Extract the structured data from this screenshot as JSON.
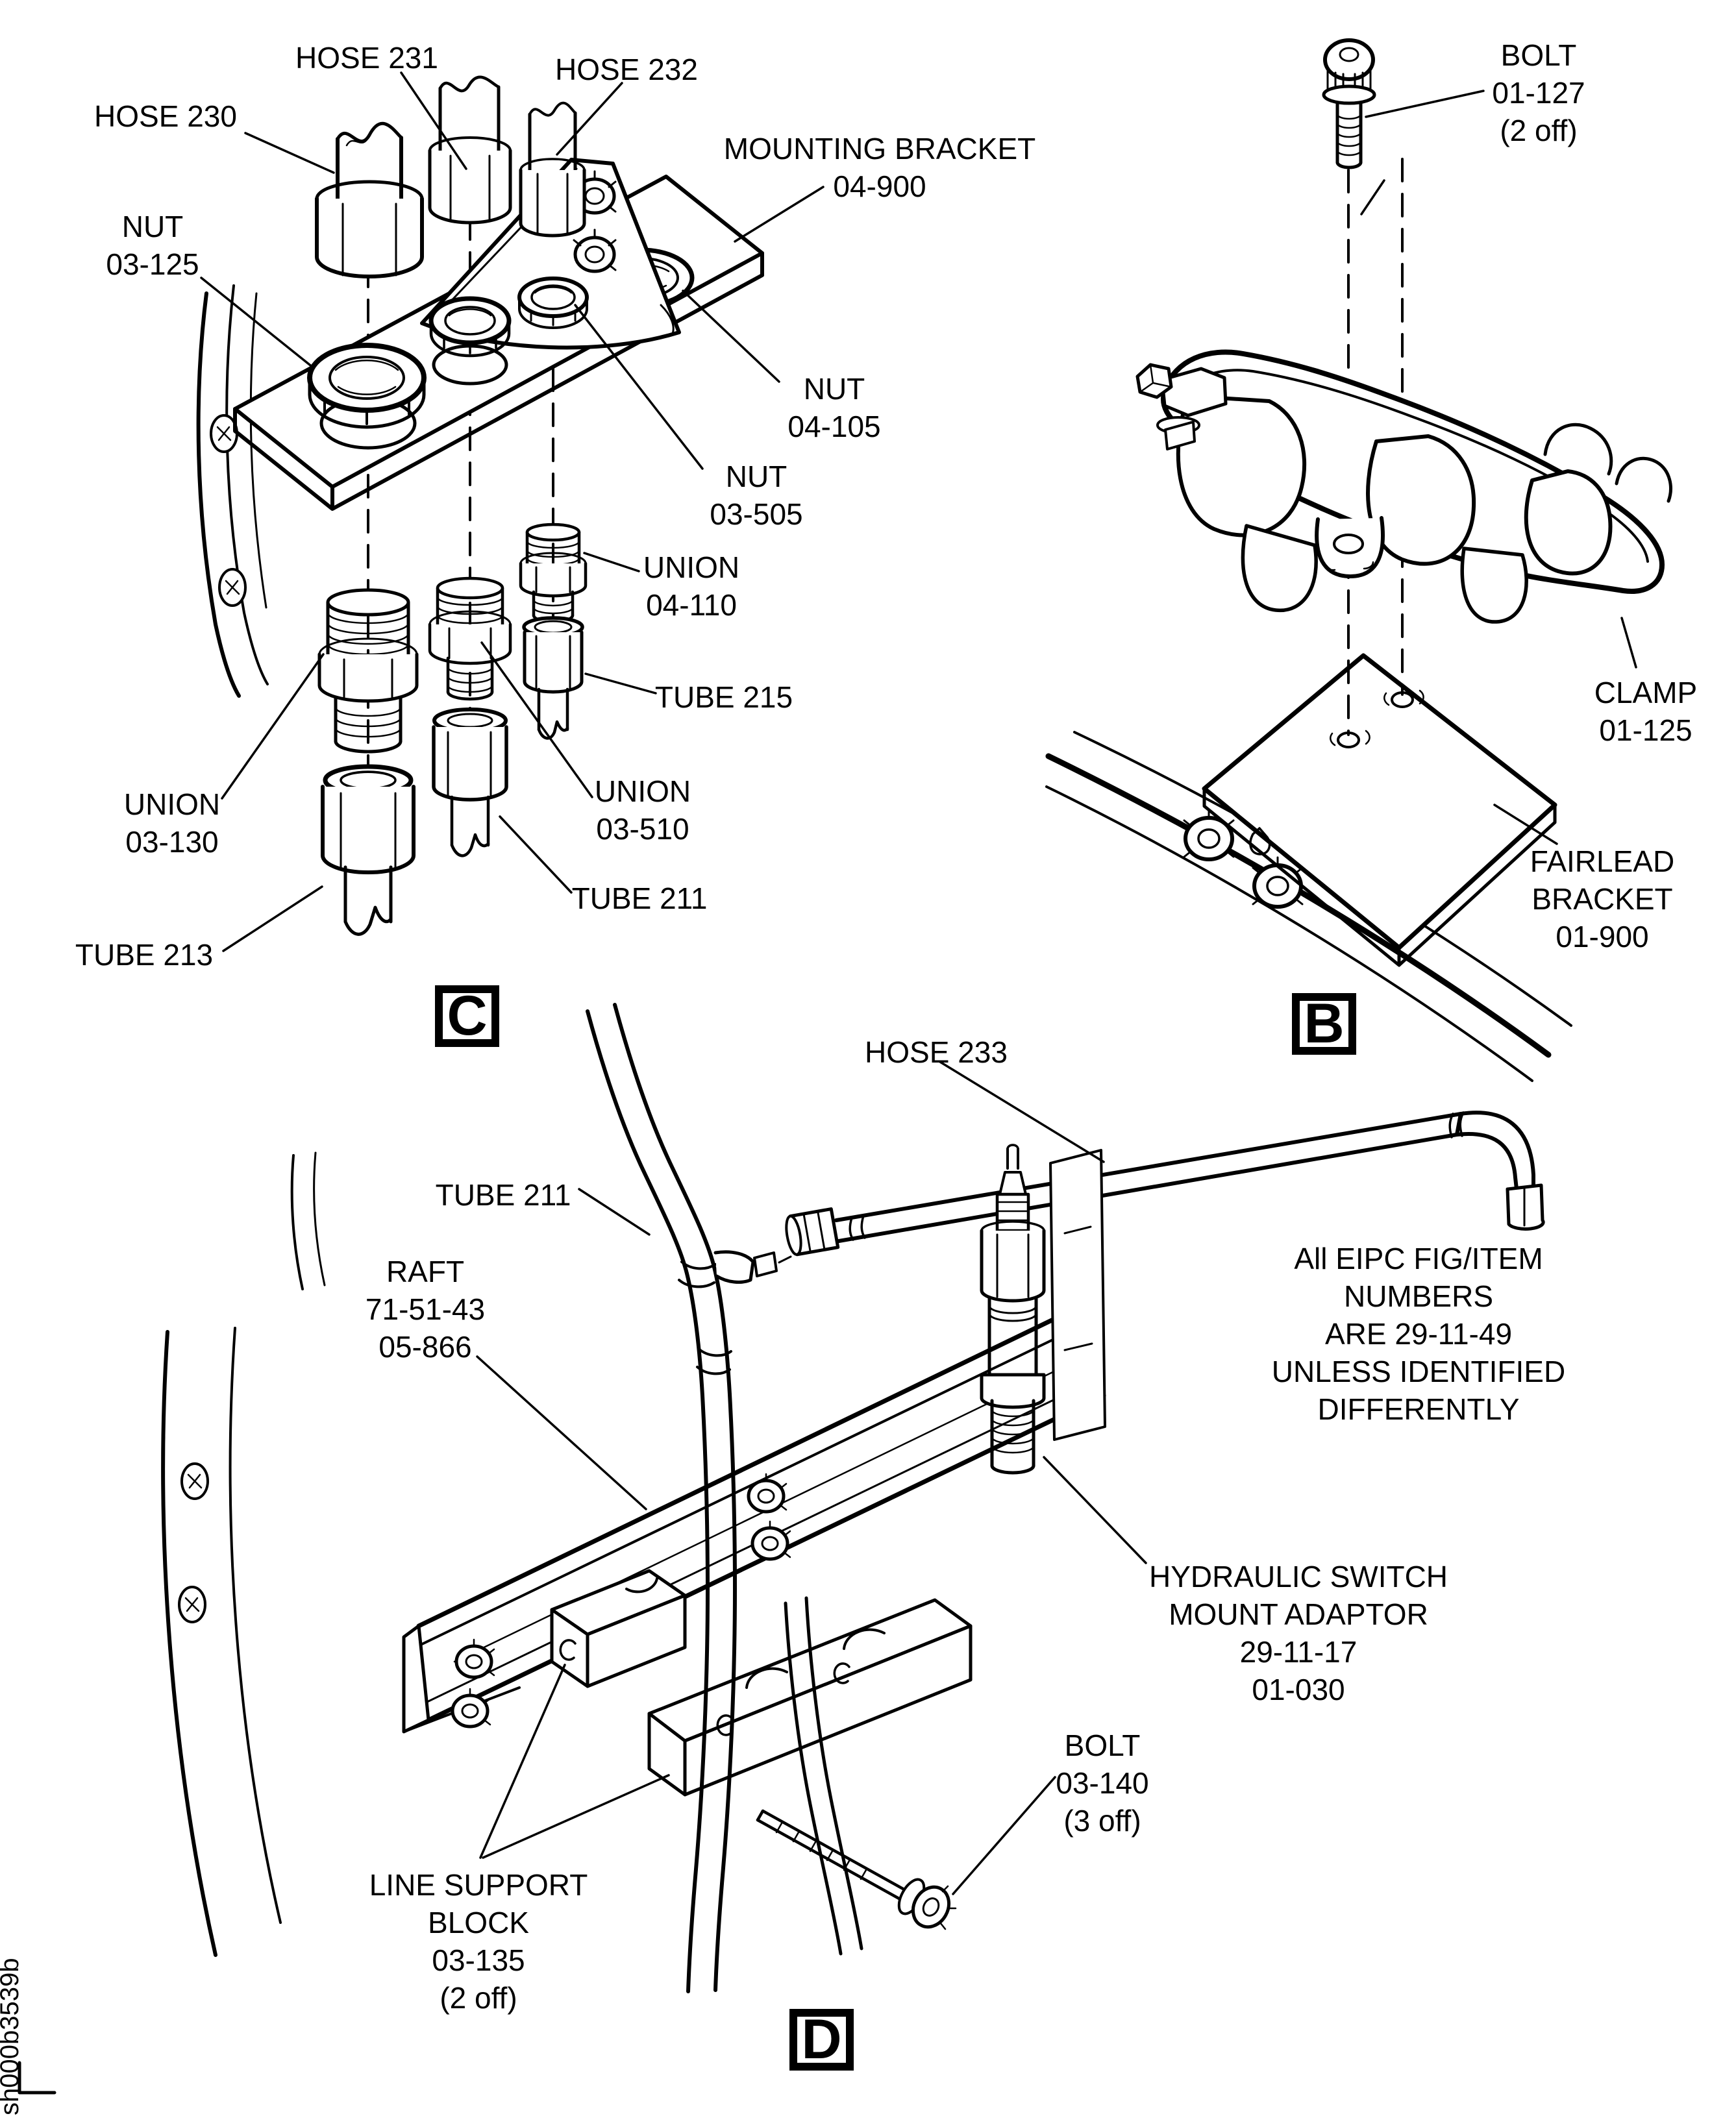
{
  "document": {
    "type": "exploded-parts-diagram",
    "drawing_ref": "sh000b3539b",
    "note": "All EIPC FIG/ITEM NUMBERS\nARE 29-11-49\nUNLESS IDENTIFIED DIFFERENTLY"
  },
  "sections": [
    {
      "id": "C",
      "label": "C"
    },
    {
      "id": "B",
      "label": "B"
    },
    {
      "id": "D",
      "label": "D"
    }
  ],
  "callouts": {
    "hose_230": {
      "text": "HOSE 230"
    },
    "hose_231": {
      "text": "HOSE 231"
    },
    "hose_232": {
      "text": "HOSE 232"
    },
    "mounting_bracket": {
      "text": "MOUNTING BRACKET\n04-900"
    },
    "nut_03_125": {
      "text": "NUT\n03-125"
    },
    "nut_04_105": {
      "text": "NUT\n04-105"
    },
    "nut_03_505": {
      "text": "NUT\n03-505"
    },
    "union_04_110": {
      "text": "UNION\n04-110"
    },
    "tube_215": {
      "text": "TUBE 215"
    },
    "union_03_510": {
      "text": "UNION\n03-510"
    },
    "union_03_130": {
      "text": "UNION\n03-130"
    },
    "tube_211_c": {
      "text": "TUBE 211"
    },
    "tube_213": {
      "text": "TUBE 213"
    },
    "bolt_01_127": {
      "text": "BOLT\n01-127\n(2 off)"
    },
    "clamp_01_125": {
      "text": "CLAMP\n01-125"
    },
    "fairlead_bracket_01_900": {
      "text": "FAIRLEAD\nBRACKET\n01-900"
    },
    "hose_233": {
      "text": "HOSE 233"
    },
    "tube_211_d": {
      "text": "TUBE 211"
    },
    "raft_71_51_43": {
      "text": "RAFT\n71-51-43\n05-866"
    },
    "hydraulic_switch_mount_adaptor": {
      "text": "HYDRAULIC SWITCH\nMOUNT ADAPTOR\n29-11-17\n01-030"
    },
    "bolt_03_140": {
      "text": "BOLT\n03-140\n(3 off)"
    },
    "line_support_block": {
      "text": "LINE SUPPORT\nBLOCK\n03-135\n(2 off)"
    }
  }
}
